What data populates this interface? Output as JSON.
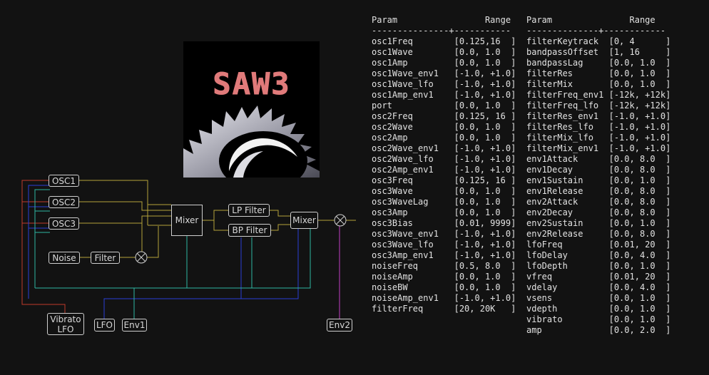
{
  "diagram": {
    "blocks": {
      "osc1": "OSC1",
      "osc2": "OSC2",
      "osc3": "OSC3",
      "noise": "Noise",
      "filter": "Filter",
      "mixer1": "Mixer",
      "lp_filter": "LP Filter",
      "bp_filter": "BP Filter",
      "mixer2": "Mixer",
      "vibrato_line1": "Vibrato",
      "vibrato_line2": "LFO",
      "lfo": "LFO",
      "env1": "Env1",
      "env2": "Env2"
    },
    "colors": {
      "pitch": "#c0392b",
      "lfo": "#2b3fd6",
      "wire": "#b4a23a",
      "env": "#2fb6a3",
      "env2": "#c23fc4",
      "block": "#cfcfcf"
    }
  },
  "logo": {
    "text": "SAW3",
    "text_color": "#e07a7a"
  },
  "table_left": {
    "header": [
      "Param",
      "Range"
    ],
    "separator": "---------------+-----------",
    "rows": [
      [
        "osc1Freq",
        "[0.125,16  ]"
      ],
      [
        "osc1Wave",
        "[0.0, 1.0  ]"
      ],
      [
        "osc1Amp",
        "[0.0, 1.0  ]"
      ],
      [
        "osc1Wave_env1",
        "[-1.0, +1.0]"
      ],
      [
        "osc1Wave_lfo",
        "[-1.0, +1.0]"
      ],
      [
        "osc1Amp_env1",
        "[-1.0, +1.0]"
      ],
      [
        "port",
        "[0.0, 1.0  ]"
      ],
      [
        "osc2Freq",
        "[0.125, 16 ]"
      ],
      [
        "osc2Wave",
        "[0.0, 1.0  ]"
      ],
      [
        "osc2Amp",
        "[0.0, 1.0  ]"
      ],
      [
        "osc2Wave_env1",
        "[-1.0, +1.0]"
      ],
      [
        "osc2Wave_lfo",
        "[-1.0, +1.0]"
      ],
      [
        "osc2Amp_env1",
        "[-1.0, +1.0]"
      ],
      [
        "osc3Freq",
        "[0.125, 16 ]"
      ],
      [
        "osc3Wave",
        "[0.0, 1.0  ]"
      ],
      [
        "osc3WaveLag",
        "[0.0, 1.0  ]"
      ],
      [
        "osc3Amp",
        "[0.0, 1.0  ]"
      ],
      [
        "osc3Bias",
        "[0.01, 9999]"
      ],
      [
        "osc3Wave_env1",
        "[-1.0, +1.0]"
      ],
      [
        "osc3Wave_lfo",
        "[-1.0, +1.0]"
      ],
      [
        "osc3Amp_env1",
        "[-1.0, +1.0]"
      ],
      [
        "noiseFreq",
        "[0.5, 8.0  ]"
      ],
      [
        "noiseAmp",
        "[0.0, 1.0  ]"
      ],
      [
        "noiseBW",
        "[0.0, 1.0  ]"
      ],
      [
        "noiseAmp_env1",
        "[-1.0, +1.0]"
      ],
      [
        "filterFreq",
        "[20, 20K   ]"
      ]
    ]
  },
  "table_right": {
    "header": [
      "Param",
      "Range"
    ],
    "separator": "--------------+------------",
    "rows": [
      [
        "filterKeytrack",
        "[0, 4      ]"
      ],
      [
        "bandpassOffset",
        "[1, 16     ]"
      ],
      [
        "bandpassLag",
        "[0.0, 1.0  ]"
      ],
      [
        "filterRes",
        "[0.0, 1.0  ]"
      ],
      [
        "filterMix",
        "[0.0, 1.0  ]"
      ],
      [
        "filterFreq_env1",
        "[-12k, +12k]"
      ],
      [
        "filterFreq_lfo",
        "[-12k, +12k]"
      ],
      [
        "filterRes_env1",
        "[-1.0, +1.0]"
      ],
      [
        "filterRes_lfo",
        "[-1.0, +1.0]"
      ],
      [
        "filterMix_lfo",
        "[-1.0, +1.0]"
      ],
      [
        "filterMix_env1",
        "[-1.0, +1.0]"
      ],
      [
        "env1Attack",
        "[0.0, 8.0  ]"
      ],
      [
        "env1Decay",
        "[0.0, 8.0  ]"
      ],
      [
        "env1Sustain",
        "[0.0, 1.0  ]"
      ],
      [
        "env1Release",
        "[0.0, 8.0  ]"
      ],
      [
        "env2Attack",
        "[0.0, 8.0  ]"
      ],
      [
        "env2Decay",
        "[0.0, 8.0  ]"
      ],
      [
        "env2Sustain",
        "[0.0, 1.0  ]"
      ],
      [
        "env2Release",
        "[0.0, 8.0  ]"
      ],
      [
        "lfoFreq",
        "[0.01, 20  ]"
      ],
      [
        "lfoDelay",
        "[0.0, 4.0  ]"
      ],
      [
        "lfoDepth",
        "[0.0, 1.0  ]"
      ],
      [
        "vfreq",
        "[0.01, 20  ]"
      ],
      [
        "vdelay",
        "[0.0, 4.0  ]"
      ],
      [
        "vsens",
        "[0.0, 1.0  ]"
      ],
      [
        "vdepth",
        "[0.0, 1.0  ]"
      ],
      [
        "vibrato",
        "[0.0, 1.0  ]"
      ],
      [
        "amp",
        "[0.0, 2.0  ]"
      ]
    ]
  }
}
